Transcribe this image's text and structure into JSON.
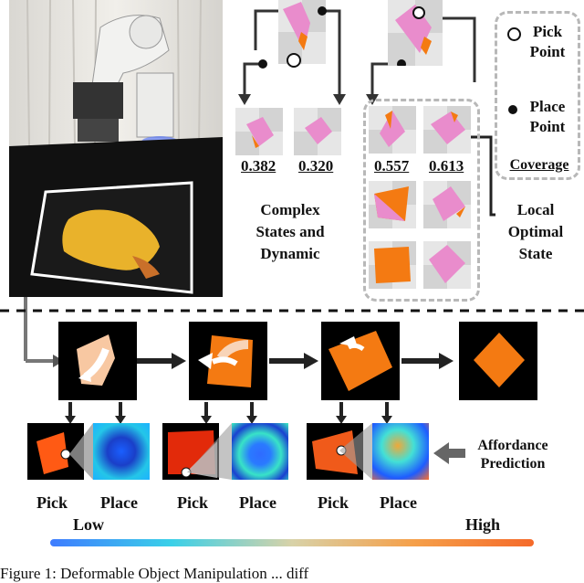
{
  "scores_left": [
    "0.382",
    "0.320"
  ],
  "scores_right": [
    "0.557",
    "0.613"
  ],
  "complex_label": [
    "Complex",
    "States and",
    "Dynamic"
  ],
  "local_label": [
    "Local",
    "Optimal",
    "State"
  ],
  "legend": {
    "pick": [
      "Pick",
      "Point"
    ],
    "place": [
      "Place",
      "Point"
    ],
    "coverage": "Coverage"
  },
  "affordance_label": [
    "Affordance",
    "Prediction"
  ],
  "pick_label": "Pick",
  "place_label": "Place",
  "colorbar": {
    "low": "Low",
    "high": "High"
  },
  "caption_fragment": "Figure 1: Deformable Object Manipulation ... diff",
  "colors": {
    "cloth_orange": "#f47a12",
    "cloth_pink": "#e98ccc",
    "cloth_yellow": "#e9b22b",
    "dash": "#b8b8b8"
  }
}
